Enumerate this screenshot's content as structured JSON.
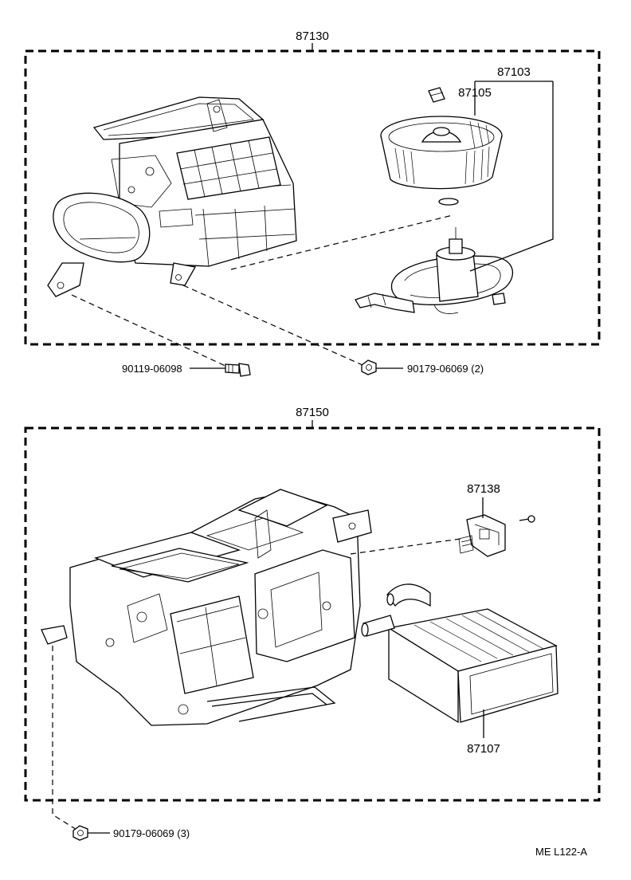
{
  "labels": {
    "assy_upper": "87130",
    "blower_sub": "87103",
    "fan": "87105",
    "bolt_upper": "90119-06098",
    "nut_upper": "90179-06069 (2)",
    "assy_lower": "87150",
    "resistor": "87138",
    "heater_core": "87107",
    "nut_lower": "90179-06069 (3)",
    "page_code": "ME  L122-A"
  }
}
